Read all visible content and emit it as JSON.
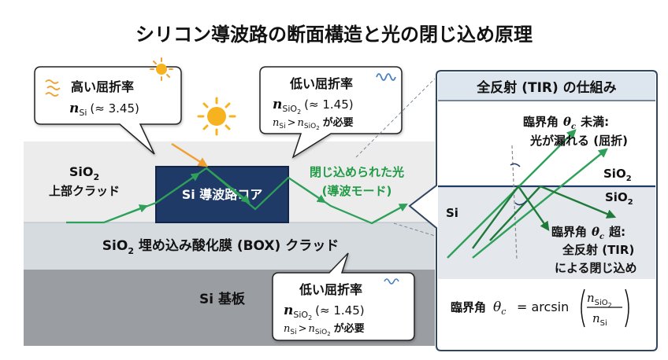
{
  "title": "シリコン導波路の断面構造と光の閉じ込め原理",
  "colors": {
    "navy": "#1f3a66",
    "green": "#2ea05a",
    "green_text": "#1f9a45",
    "orange": "#f0a030",
    "upper_cladding": "#ececec",
    "box_layer": "#d6dbe0",
    "substrate": "#9a9da2",
    "panel_bg": "#dde6ef",
    "panel_border": "#30455f",
    "si_region": "#e4e7eb"
  },
  "layers": {
    "upper_cladding": {
      "formula": "SiO",
      "sub": "2",
      "label": "上部クラッド"
    },
    "core": "Si 導波路コア",
    "box": {
      "prefix": "SiO",
      "sub": "2",
      "rest": " 埋め込み酸化膜 (BOX) クラッド"
    },
    "substrate": "Si 基板"
  },
  "callouts": {
    "high": {
      "heading": "高い屈折率",
      "n": "n",
      "sub": "Si",
      "value": "(≈ 3.45)"
    },
    "low_top": {
      "heading": "低い屈折率",
      "n": "n",
      "sub": "SiO",
      "sub2": "2",
      "value": "(≈ 1.45)",
      "cond_a": "Si",
      "cond_b": "SiO",
      "cond_b2": "2",
      "cond_tail": "が必要",
      "gt": ">"
    },
    "low_bottom": {
      "heading": "低い屈折率",
      "n": "n",
      "sub": "SiO",
      "sub2": "2",
      "value": "(≈ 1.45)",
      "cond_a": "Si",
      "cond_b": "SiO",
      "cond_b2": "2",
      "cond_tail": "が必要",
      "gt": ">"
    }
  },
  "guided": {
    "line1": "閉じ込められた光",
    "line2": "(導波モード)"
  },
  "tir_panel": {
    "title": "全反射 (TIR) の仕組み",
    "below_heading_prefix": "臨界角",
    "below_heading_suffix": "未満:",
    "below_desc": "光が漏れる (屈折)",
    "sio2": "SiO",
    "sio2_sub": "2",
    "si": "Si",
    "above_heading_prefix": "臨界角",
    "above_heading_suffix": "超:",
    "above_line2": "全反射 (TIR)",
    "above_line3": "による閉じ込め",
    "theta": "θ",
    "theta_sub": "c",
    "formula_prefix": "臨界角",
    "formula_eq": "= arcsin",
    "formula_num": "n",
    "formula_num_sub": "SiO",
    "formula_num_sub2": "2",
    "formula_den": "n",
    "formula_den_sub": "Si"
  }
}
